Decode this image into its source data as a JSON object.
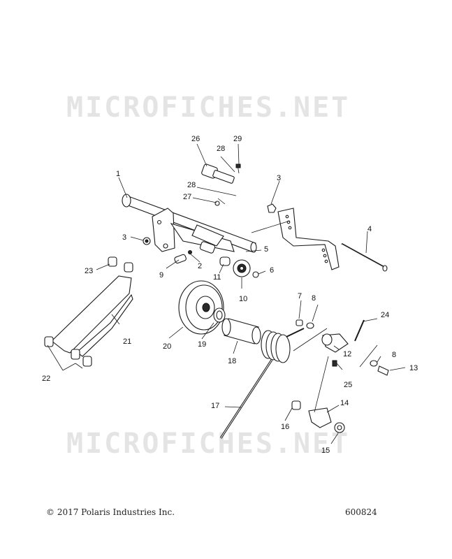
{
  "watermark": "MICROFICHES.NET",
  "copyright": "© 2017 Polaris Industries Inc.",
  "figure_number": "600824",
  "callouts": [
    "1",
    "2",
    "3",
    "3",
    "4",
    "5",
    "6",
    "7",
    "8",
    "8",
    "9",
    "10",
    "11",
    "12",
    "13",
    "14",
    "15",
    "16",
    "17",
    "18",
    "19",
    "20",
    "21",
    "22",
    "23",
    "24",
    "25",
    "26",
    "27",
    "28",
    "28",
    "29"
  ]
}
